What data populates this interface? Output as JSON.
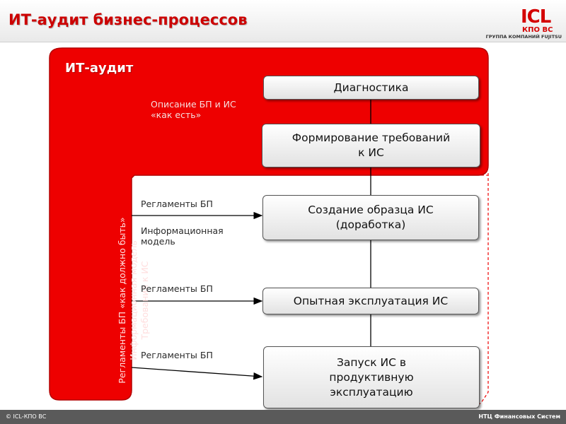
{
  "header": {
    "title": "ИТ-аудит бизнес-процессов",
    "logo_text": "ICL",
    "logo_sub": "КПО ВС",
    "logo_group": "ГРУППА КОМПАНИЙ FUJITSU"
  },
  "panel": {
    "label": "ИТ-аудит",
    "note_line1": "Описание БП и ИС",
    "note_line2": "«как есть»",
    "vertical_line1": "Регламенты БП «как должно быть»",
    "vertical_line2": "Информационная модель",
    "vertical_line3": "Требования к ИС"
  },
  "boxes": {
    "diagnostics": "Диагностика",
    "requirements_line1": "Формирование требований",
    "requirements_line2": "к ИС",
    "prototype_line1": "Создание образца ИС",
    "prototype_line2": "(доработка)",
    "trial": "Опытная эксплуатация ИС",
    "launch_line1": "Запуск ИС в",
    "launch_line2": "продуктивную",
    "launch_line3": "эксплуатацию"
  },
  "inputs": {
    "regl1": "Регламенты БП",
    "info_model_line1": "Информационная",
    "info_model_line2": "модель",
    "regl2": "Регламенты БП",
    "regl3": "Регламенты БП"
  },
  "footer": {
    "left": "© ICL-КПО ВС",
    "right": "НТЦ Финансовых Систем"
  },
  "colors": {
    "accent_red": "#ee0000",
    "title_red": "#cc0000"
  }
}
